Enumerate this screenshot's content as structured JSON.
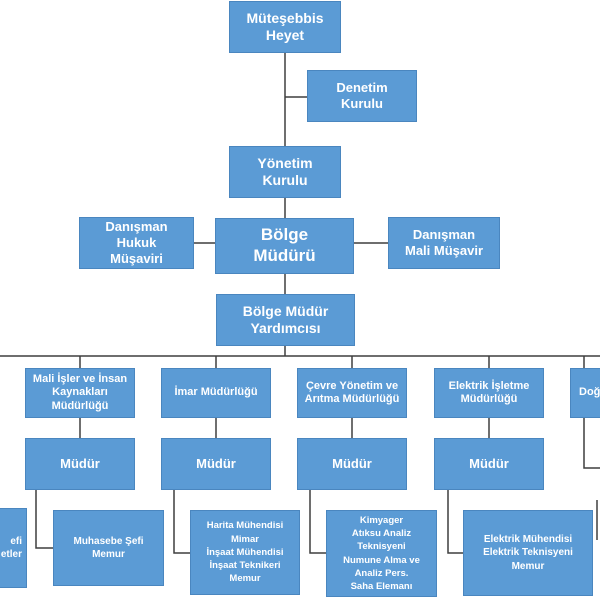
{
  "chart": {
    "top": "Müteşebbis\nHeyet",
    "audit": "Denetim\nKurulu",
    "board": "Yönetim\nKurulu",
    "legal": "Danışman\nHukuk\nMüşaviri",
    "regional": "Bölge\nMüdürü",
    "finance_advisor": "Danışman\nMali Müşavir",
    "deputy": "Bölge Müdür\nYardımcısı",
    "departments": [
      {
        "name": "Mali İşler ve İnsan\nKaynakları\nMüdürlüğü",
        "manager": "Müdür",
        "staff": "Muhasebe Şefi\nMemur"
      },
      {
        "name": "İmar Müdürlüğü",
        "manager": "Müdür",
        "staff": "Harita Mühendisi\nMimar\nİnşaat Mühendisi\nİnşaat Teknikeri\nMemur"
      },
      {
        "name": "Çevre Yönetim ve\nArıtma Müdürlüğü",
        "manager": "Müdür",
        "staff": "Kimyager\nAtıksu Analiz\nTeknisyeni\nNumune Alma ve\nAnaliz Pers.\nSaha Elemanı"
      },
      {
        "name": "Elektrik İşletme\nMüdürlüğü",
        "manager": "Müdür",
        "staff": "Elektrik Mühendisi\nElektrik Teknisyeni\nMemur"
      },
      {
        "name": "Doğ",
        "manager": "",
        "staff": ""
      }
    ],
    "left_partial": "efi\netler"
  },
  "colors": {
    "box_fill": "#5b9bd5",
    "box_border": "#4a86bf",
    "box_text": "#ffffff",
    "connector": "#3f3f3f"
  }
}
